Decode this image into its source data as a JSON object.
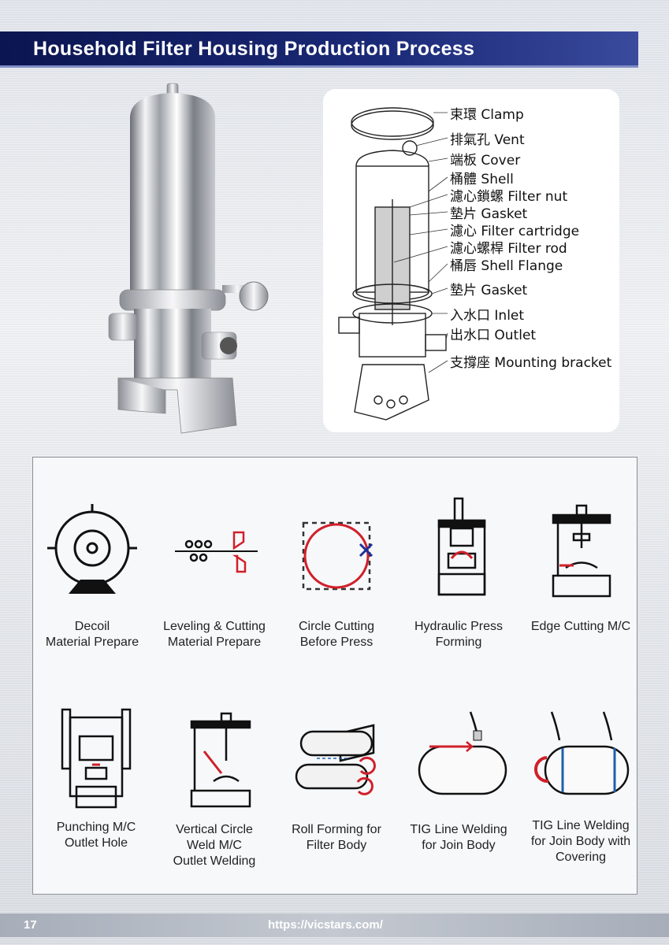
{
  "header": {
    "title": "Household Filter Housing Production Process"
  },
  "diagram": {
    "parts": [
      {
        "label": "束環 Clamp"
      },
      {
        "label": "排氣孔 Vent"
      },
      {
        "label": "端板 Cover"
      },
      {
        "label": "桶體 Shell"
      },
      {
        "label": "濾心鎖螺 Filter nut"
      },
      {
        "label": "墊片 Gasket"
      },
      {
        "label": "濾心 Filter cartridge"
      },
      {
        "label": "濾心螺桿 Filter rod"
      },
      {
        "label": "桶唇 Shell Flange"
      },
      {
        "label": "墊片 Gasket"
      },
      {
        "label": "入水口 Inlet"
      },
      {
        "label": "出水口 Outlet"
      },
      {
        "label": "支撐座 Mounting bracket"
      }
    ]
  },
  "process": {
    "steps": [
      {
        "line1": "Decoil",
        "line2": "Material Prepare",
        "line3": ""
      },
      {
        "line1": "Leveling & Cutting",
        "line2": "Material Prepare",
        "line3": ""
      },
      {
        "line1": "Circle Cutting",
        "line2": "Before Press",
        "line3": ""
      },
      {
        "line1": "Hydraulic Press",
        "line2": "Forming",
        "line3": ""
      },
      {
        "line1": "Edge Cutting M/C",
        "line2": "",
        "line3": ""
      },
      {
        "line1": "Punching M/C",
        "line2": "Outlet Hole",
        "line3": ""
      },
      {
        "line1": "Vertical Circle",
        "line2": "Weld M/C",
        "line3": "Outlet Welding"
      },
      {
        "line1": "Roll Forming for",
        "line2": "Filter Body",
        "line3": ""
      },
      {
        "line1": "TIG Line Welding",
        "line2": "for Join Body",
        "line3": ""
      },
      {
        "line1": "TIG Line Welding",
        "line2": "for Join Body with",
        "line3": "Covering"
      }
    ]
  },
  "footer": {
    "page": "17",
    "url": "https://vicstars.com/"
  },
  "colors": {
    "accent_red": "#d0202a",
    "accent_blue": "#1f5fae",
    "navy": "#0b1550"
  }
}
